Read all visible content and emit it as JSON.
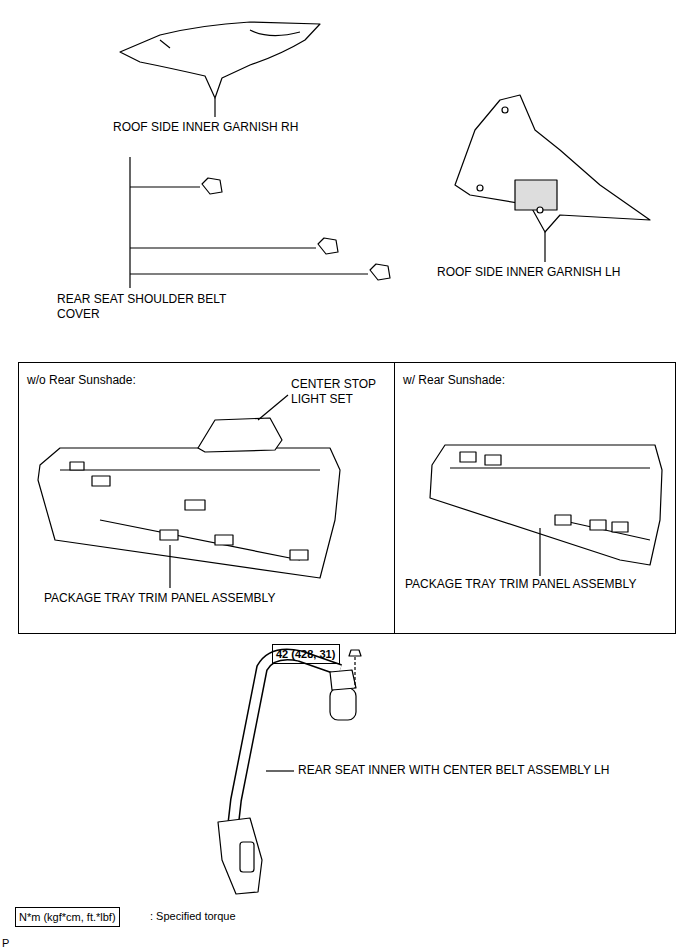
{
  "diagram": {
    "nodes": [
      {
        "text": [
          "w/o Rear Sunshade:",
          "CENTER STOP LIGHT SET",
          "PACKAGE TRAY TRIM PANEL ASSEMBLY"
        ]
      },
      {
        "text": [
          "w/ Rear Sunshade:",
          "PACKAGE TRAY TRIM PANEL ASSEMBLY"
        ]
      },
      {
        "text": [
          "42 (428, 31)"
        ]
      },
      {
        "text": [
          "N*m (kgf*cm, ft.*lbf)"
        ]
      }
    ],
    "labels": [
      "ROOF SIDE INNER GARNISH RH",
      "REAR SEAT SHOULDER BELT COVER",
      "ROOF SIDE INNER GARNISH LH",
      "REAR SEAT INNER WITH CENTER BELT ASSEMBLY LH",
      ": Specified torque",
      "P"
    ]
  }
}
